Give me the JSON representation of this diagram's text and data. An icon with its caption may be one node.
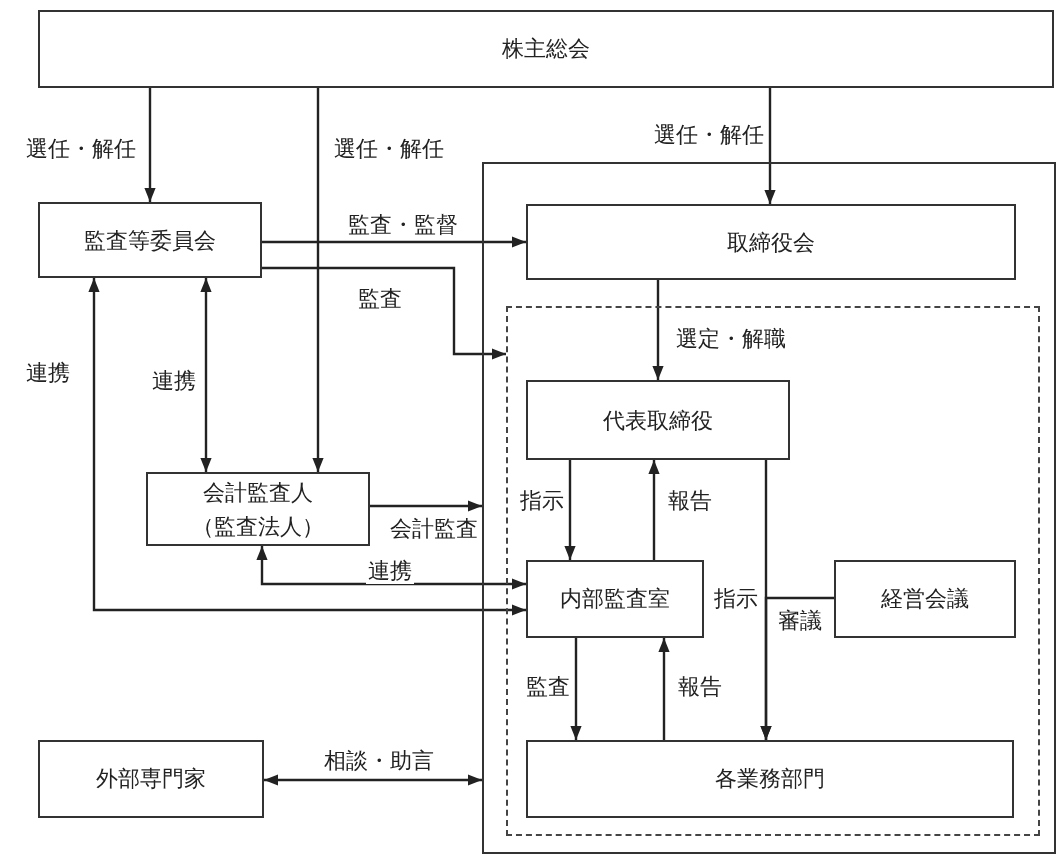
{
  "diagram": {
    "nodes": [
      {
        "text": [
          "株主総会"
        ]
      },
      {
        "text": [
          "監査等委員会"
        ]
      },
      {
        "text": [],
        "shape": "box"
      },
      {
        "text": [],
        "shape": "box",
        "in": 2
      },
      {
        "text": [
          "取締役会"
        ],
        "in": 2
      },
      {
        "text": [
          "代表取締役"
        ],
        "in": 3
      },
      {
        "text": [
          "会計監査人",
          "（監査法人）"
        ]
      },
      {
        "text": [
          "内部監査室"
        ],
        "in": 3
      },
      {
        "text": [
          "経営会議"
        ],
        "in": 3
      },
      {
        "text": [
          "各業務部門"
        ],
        "in": 3
      },
      {
        "text": [
          "外部専門家"
        ]
      }
    ],
    "edges": [
      {
        "from": 0,
        "to": 1,
        "arrow": "to",
        "label": "選任・解任"
      },
      {
        "from": 0,
        "to": 6,
        "arrow": "to",
        "label": "選任・解任"
      },
      {
        "from": 0,
        "to": 4,
        "arrow": "to",
        "label": "選任・解任"
      },
      {
        "from": 1,
        "to": 4,
        "arrow": "to",
        "label": "監査・監督"
      },
      {
        "from": 1,
        "to": 3,
        "arrow": "to",
        "label": "監査"
      },
      {
        "from": 1,
        "to": 6,
        "arrow": "both",
        "label": "連携"
      },
      {
        "from": 1,
        "to": 7,
        "arrow": "both",
        "label": "連携"
      },
      {
        "from": 6,
        "to": 2,
        "arrow": "to",
        "label": "会計監査"
      },
      {
        "from": 6,
        "to": 7,
        "arrow": "both",
        "label": "連携"
      },
      {
        "from": 4,
        "to": 5,
        "arrow": "to",
        "label": "選定・解職"
      },
      {
        "from": 5,
        "to": 7,
        "arrow": "to",
        "label": "指示"
      },
      {
        "from": 7,
        "to": 5,
        "arrow": "to",
        "label": "報告"
      },
      {
        "from": 5,
        "to": 9,
        "arrow": "to",
        "label": "指示"
      },
      {
        "from": 8,
        "to": 9,
        "arrow": "to",
        "label": "審議"
      },
      {
        "from": 7,
        "to": 9,
        "arrow": "to",
        "label": "監査"
      },
      {
        "from": 9,
        "to": 7,
        "arrow": "to",
        "label": "報告"
      },
      {
        "from": 10,
        "to": 2,
        "arrow": "both",
        "label": "相談・助言"
      }
    ]
  }
}
